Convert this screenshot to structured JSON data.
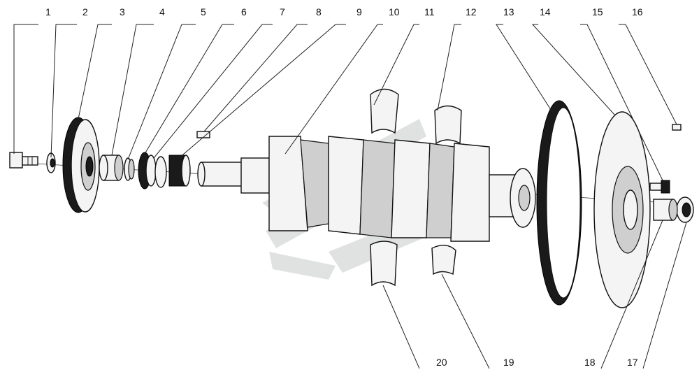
{
  "callouts": {
    "c1": "1",
    "c2": "2",
    "c3": "3",
    "c4": "4",
    "c5": "5",
    "c6": "6",
    "c7": "7",
    "c8": "8",
    "c9": "9",
    "c10": "10",
    "c11": "11",
    "c12": "12",
    "c13": "13",
    "c14": "14",
    "c15": "15",
    "c16": "16",
    "c17": "17",
    "c18": "18",
    "c19": "19",
    "c20": "20"
  },
  "parts": [
    "bolt",
    "washer",
    "pulley",
    "spacer",
    "seal-ring",
    "gear",
    "key",
    "timing-gear",
    "crankshaft",
    "upper-main-bearing",
    "lower-main-bearing",
    "ring-gear",
    "flywheel",
    "flywheel-bolt",
    "dowel-pin",
    "pilot-bearing",
    "bushing",
    "upper-thrust-bearing",
    "lower-thrust-bearing"
  ],
  "colors": {
    "line": "#222222",
    "fill": "#f4f4f4",
    "watermark": "#c8cccc"
  }
}
